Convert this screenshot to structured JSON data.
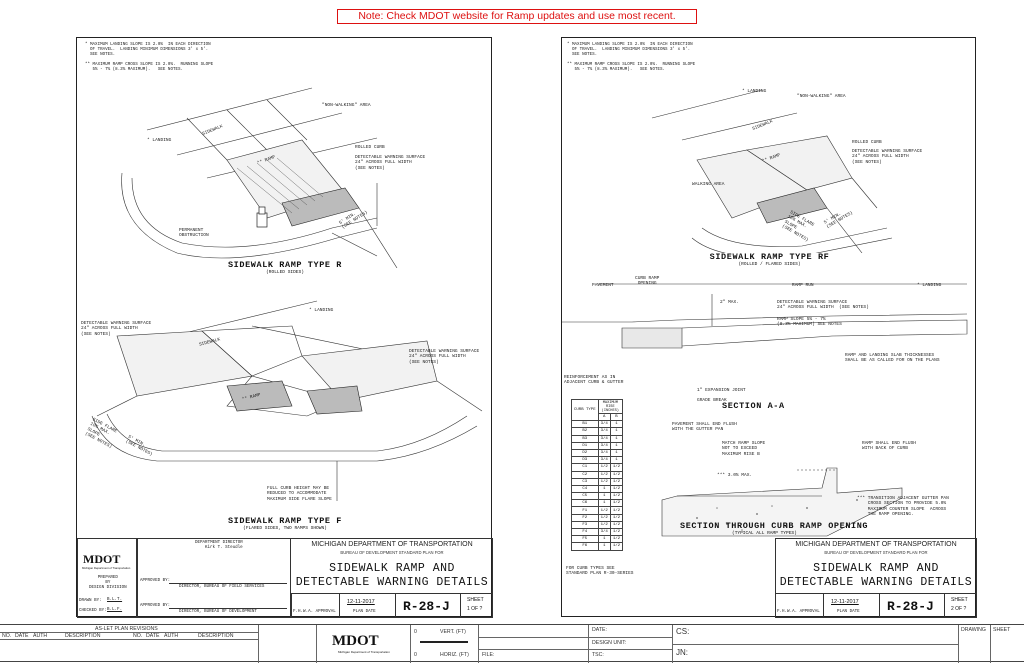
{
  "note": "Note:  Check MDOT website for Ramp updates and use most recent.",
  "sheet1": {
    "notes": "* MAXIMUM LANDING SLOPE IS 2.0%  IN EACH DIRECTION\n  OF TRAVEL.  LANDING MINIMUM DIMENSIONS 3' x 5'.\n  SEE NOTES.\n\n** MAXIMUM RAMP CROSS SLOPE IS 2.0%.  RUNNING SLOPE\n   5% - 7% (8.3% MAXIMUM).   SEE NOTES.",
    "typeR": {
      "title": "SIDEWALK RAMP TYPE R",
      "subtitle": "(ROLLED SIDES)",
      "label_non_walking": "\"NON-WALKING\" AREA",
      "label_landing": "* LANDING",
      "label_sidewalk": "SIDEWALK",
      "label_ramp": "** RAMP",
      "label_rolled_curb": "ROLLED CURB",
      "label_detectable": "DETECTABLE WARNING SURFACE\n24\" ACROSS FULL WIDTH\n(SEE NOTES)",
      "label_obstruction": "PERMANENT\nOBSTRUCTION",
      "label_min": "5' MIN.\n(SEE NOTES)"
    },
    "typeF": {
      "title": "SIDEWALK RAMP TYPE F",
      "subtitle": "(FLARED SIDES, TWO RAMPS SHOWN)",
      "label_landing": "* LANDING",
      "label_detectable_left": "DETECTABLE WARNING SURFACE\n24\" ACROSS FULL WIDTH\n(SEE NOTES)",
      "label_detectable_right": "DETECTABLE WARNING SURFACE\n24\" ACROSS FULL WIDTH\n(SEE NOTES)",
      "label_full_curb": "FULL CURB HEIGHT MAY BE\nREDUCED TO ACCOMMODATE\nMAXIMUM SIDE FLARE SLOPE",
      "label_side_flare": "SIDE FLARE\n10% MAX.\nSLOPE\n(SEE NOTES)",
      "label_min": "5' MIN.\n(SEE NOTES)",
      "label_sidewalk": "SIDEWALK",
      "label_ramp": "** RAMP"
    },
    "titleblock": {
      "logo": "MDOT",
      "logo_sub": "Michigan Department of Transportation",
      "prepared_by": "PREPARED\nBY\nDESIGN DIVISION",
      "drawn_by": "DRAWN BY:",
      "drawn_by_val": "B.L.T.",
      "checked_by": "CHECKED BY:",
      "checked_by_val": "B.L.F.",
      "dept_director_label": "DEPARTMENT DIRECTOR",
      "dept_director_name": "Kirk T. Steudle",
      "approved_by_1": "APPROVED BY:",
      "approved_role_1": "DIRECTOR, BUREAU OF FIELD SERVICES",
      "approved_by_2": "APPROVED BY:",
      "approved_role_2": "DIRECTOR, BUREAU OF DEVELOPMENT",
      "agency": "MICHIGAN DEPARTMENT OF TRANSPORTATION",
      "bureau": "BUREAU OF DEVELOPMENT STANDARD PLAN FOR",
      "drawing_title_1": "SIDEWALK RAMP AND",
      "drawing_title_2": "DETECTABLE WARNING DETAILS",
      "fhwa": "F.H.W.A. APPROVAL",
      "plan_date": "12-11-2017",
      "plan_date_label": "PLAN DATE",
      "plan_no": "R-28-J",
      "sheet_label": "SHEET",
      "sheet_val": "1 OF ?"
    }
  },
  "sheet2": {
    "notes": "* MAXIMUM LANDING SLOPE IS 2.0%  IN EACH DIRECTION\n  OF TRAVEL.  LANDING MINIMUM DIMENSIONS 3' x 5'.\n  SEE NOTES.\n\n** MAXIMUM RAMP CROSS SLOPE IS 2.0%.  RUNNING SLOPE\n   5% - 7% (8.3% MAXIMUM).   SEE NOTES.",
    "typeRF": {
      "title": "SIDEWALK RAMP TYPE RF",
      "subtitle": "(ROLLED / FLARED SIDES)",
      "label_landing": "* LANDING",
      "label_non_walking": "\"NON-WALKING\" AREA",
      "label_walking": "WALKING AREA",
      "label_rolled_curb": "ROLLED CURB",
      "label_detectable": "DETECTABLE WARNING SURFACE\n24\" ACROSS FULL WIDTH\n(SEE NOTES)",
      "label_sidewalk": "SIDEWALK",
      "label_ramp": "** RAMP",
      "label_side_flare": "SIDE FLARE\n10% MAX.\nSLOPE\n(SEE NOTES)",
      "label_min": "5' MIN.\n(SEE NOTES)"
    },
    "sectionAA": {
      "pavement": "PAVEMENT",
      "curb_ramp_opening": "CURB RAMP\nOPENING",
      "ramp_run": "RAMP RUN",
      "landing": "* LANDING",
      "two_max": "2\" MAX.",
      "detectable": "DETECTABLE WARNING SURFACE\n24\" ACROSS FULL WIDTH  (SEE NOTES)",
      "ramp_slope": "RAMP SLOPE 5% - 7%\n(8.3% MAXIMUM) SEE NOTES",
      "slab": "RAMP AND LANDING SLAB THICKNESSES\nSHALL BE AS CALLED FOR ON THE PLANS",
      "reinforcement": "REINFORCEMENT AS IN\nADJACENT CURB & GUTTER",
      "expansion": "1\" EXPANSION JOINT",
      "grade_break": "GRADE BREAK",
      "title": "SECTION  A-A"
    },
    "curbTable": {
      "h_type": "CURB TYPE",
      "h_max": "MAXIMUM\nRISE\n(INCHES)",
      "h_a": "A",
      "h_b": "B",
      "rows": [
        [
          "B1",
          "3/4",
          "1"
        ],
        [
          "B2",
          "3/4",
          "1"
        ],
        [
          "B3",
          "3/4",
          "1"
        ],
        [
          "D1",
          "3/4",
          "1"
        ],
        [
          "D2",
          "3/4",
          "1"
        ],
        [
          "D3",
          "3/4",
          "1"
        ],
        [
          "C1",
          "1/2",
          "1/2"
        ],
        [
          "C2",
          "1/2",
          "1/2"
        ],
        [
          "C3",
          "1/2",
          "1/2"
        ],
        [
          "C4",
          "1",
          "1/2"
        ],
        [
          "C5",
          "1",
          "1/2"
        ],
        [
          "C6",
          "1",
          "1/2"
        ],
        [
          "F1",
          "1/2",
          "1/2"
        ],
        [
          "F2",
          "1/2",
          "1/2"
        ],
        [
          "F3",
          "1/2",
          "1/2"
        ],
        [
          "F4",
          "3/4",
          "1/2"
        ],
        [
          "F5",
          "1",
          "1/2"
        ],
        [
          "F6",
          "1",
          "1/2"
        ]
      ],
      "footnote": "FOR CURB TYPES SEE\nSTANDARD PLAN R-30-SERIES"
    },
    "curbSection": {
      "pavement_flush": "PAVEMENT SHALL END FLUSH\nWITH THE GUTTER PAN",
      "match_slope": "MATCH RAMP SLOPE\nNOT TO EXCEED\nMAXIMUM RISE B",
      "ramp_flush": "RAMP SHALL END FLUSH\nWITH BACK OF CURB",
      "min_dim": "*** 3.0% MAX.",
      "transition": "*** TRANSITION ADJACENT GUTTER PAN\n    CROSS SECTION TO PROVIDE 5.0%\n    MAXIMUM COUNTER SLOPE  ACROSS\n    THE RAMP OPENING.",
      "title": "SECTION THROUGH CURB RAMP OPENING",
      "subtitle": "(TYPICAL ALL RAMP TYPES)"
    },
    "titleblock": {
      "agency": "MICHIGAN DEPARTMENT OF TRANSPORTATION",
      "bureau": "BUREAU OF DEVELOPMENT STANDARD PLAN FOR",
      "drawing_title_1": "SIDEWALK RAMP AND",
      "drawing_title_2": "DETECTABLE WARNING DETAILS",
      "fhwa": "F.H.W.A. APPROVAL",
      "plan_date": "12-11-2017",
      "plan_date_label": "PLAN DATE",
      "plan_no": "R-28-J",
      "sheet_label": "SHEET",
      "sheet_val": "2 OF ?"
    }
  },
  "strip": {
    "revisions_header": "AS-LET PLAN REVISIONS",
    "cols": [
      "NO.",
      "DATE",
      "AUTH",
      "DESCRIPTION",
      "NO.",
      "DATE",
      "AUTH",
      "DESCRIPTION"
    ],
    "logo": "MDOT",
    "logo_sub": "Michigan Department of Transportation",
    "vert": "VERT. (FT)",
    "horiz": "HORIZ. (FT)",
    "zero1": "0",
    "zero2": "0",
    "file": "FILE:",
    "date": "DATE:",
    "design_unit": "DESIGN UNIT:",
    "tsc": "TSC:",
    "cs": "CS:",
    "jn": "JN:",
    "drawing": "DRAWING",
    "sheet": "SHEET"
  }
}
